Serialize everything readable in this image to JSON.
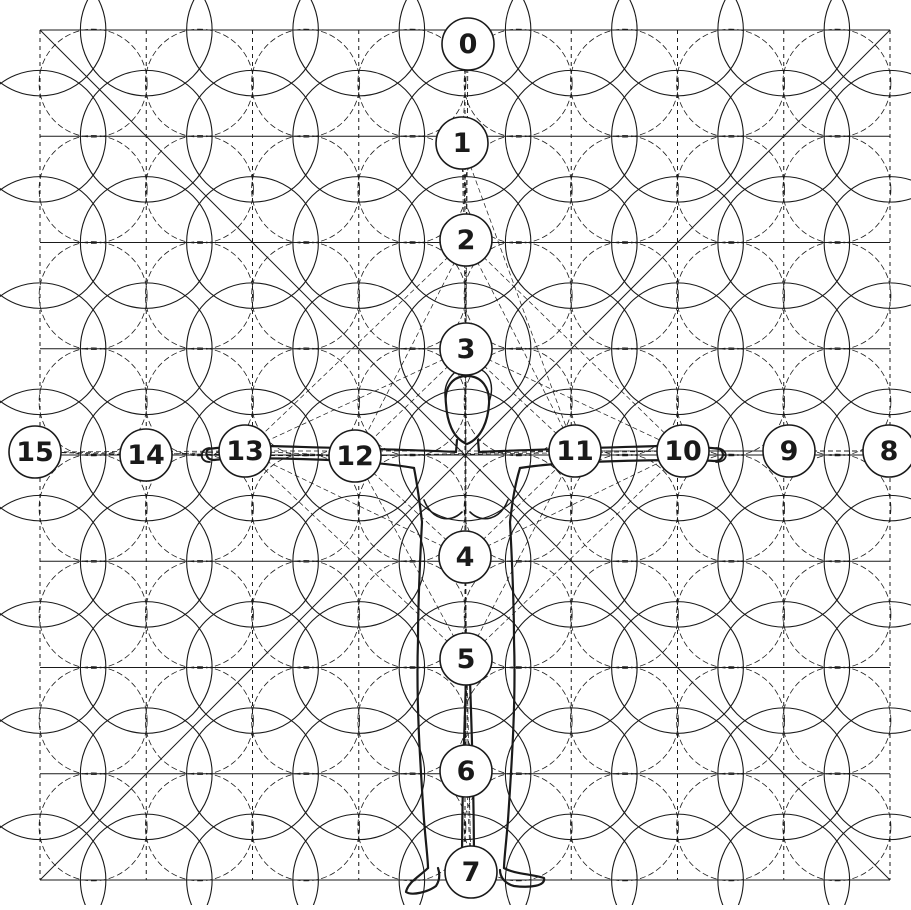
{
  "diagram": {
    "nodes": [
      {
        "id": "n0",
        "label": "0"
      },
      {
        "id": "n1",
        "label": "1"
      },
      {
        "id": "n2",
        "label": "2"
      },
      {
        "id": "n3",
        "label": "3"
      },
      {
        "id": "n4",
        "label": "4"
      },
      {
        "id": "n5",
        "label": "5"
      },
      {
        "id": "n6",
        "label": "6"
      },
      {
        "id": "n7",
        "label": "7"
      },
      {
        "id": "n8",
        "label": "8"
      },
      {
        "id": "n9",
        "label": "9"
      },
      {
        "id": "n10",
        "label": "10"
      },
      {
        "id": "n11",
        "label": "11"
      },
      {
        "id": "n12",
        "label": "12"
      },
      {
        "id": "n13",
        "label": "13"
      },
      {
        "id": "n14",
        "label": "14"
      },
      {
        "id": "n15",
        "label": "15"
      }
    ],
    "colors": {
      "ink": "#1a1a1a",
      "paper": "#ffffff",
      "node_fill": "#ffffff"
    }
  }
}
